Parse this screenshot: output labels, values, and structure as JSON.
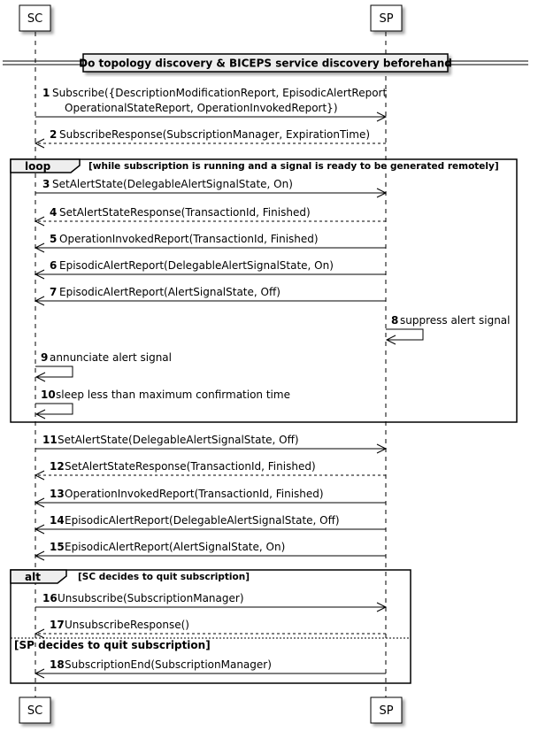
{
  "participants": [
    {
      "id": "sc",
      "label": "SC"
    },
    {
      "id": "sp",
      "label": "SP"
    }
  ],
  "divider": "Do topology discovery & BICEPS service discovery beforehand",
  "messages": [
    {
      "num": "1",
      "lines": [
        "Subscribe({DescriptionModificationReport, EpisodicAlertReport",
        "OperationalStateReport, OperationInvokedReport})"
      ],
      "from": "sc",
      "to": "sp",
      "dashed": false
    },
    {
      "num": "2",
      "lines": [
        "SubscribeResponse(SubscriptionManager, ExpirationTime)"
      ],
      "from": "sp",
      "to": "sc",
      "dashed": true
    },
    {
      "num": "3",
      "lines": [
        "SetAlertState(DelegableAlertSignalState, On)"
      ],
      "from": "sc",
      "to": "sp",
      "dashed": false
    },
    {
      "num": "4",
      "lines": [
        "SetAlertStateResponse(TransactionId, Finished)"
      ],
      "from": "sp",
      "to": "sc",
      "dashed": true
    },
    {
      "num": "5",
      "lines": [
        "OperationInvokedReport(TransactionId, Finished)"
      ],
      "from": "sp",
      "to": "sc",
      "dashed": false
    },
    {
      "num": "6",
      "lines": [
        "EpisodicAlertReport(DelegableAlertSignalState, On)"
      ],
      "from": "sp",
      "to": "sc",
      "dashed": false
    },
    {
      "num": "7",
      "lines": [
        "EpisodicAlertReport(AlertSignalState, Off)"
      ],
      "from": "sp",
      "to": "sc",
      "dashed": false
    },
    {
      "num": "8",
      "lines": [
        "suppress alert signal"
      ],
      "from": "sp",
      "to": "sp",
      "dashed": false
    },
    {
      "num": "9",
      "lines": [
        "annunciate alert signal"
      ],
      "from": "sc",
      "to": "sc",
      "dashed": false
    },
    {
      "num": "10",
      "lines": [
        "sleep less than maximum confirmation time"
      ],
      "from": "sc",
      "to": "sc",
      "dashed": false
    },
    {
      "num": "11",
      "lines": [
        "SetAlertState(DelegableAlertSignalState, Off)"
      ],
      "from": "sc",
      "to": "sp",
      "dashed": false
    },
    {
      "num": "12",
      "lines": [
        "SetAlertStateResponse(TransactionId, Finished)"
      ],
      "from": "sp",
      "to": "sc",
      "dashed": true
    },
    {
      "num": "13",
      "lines": [
        "OperationInvokedReport(TransactionId, Finished)"
      ],
      "from": "sp",
      "to": "sc",
      "dashed": false
    },
    {
      "num": "14",
      "lines": [
        "EpisodicAlertReport(DelegableAlertSignalState, Off)"
      ],
      "from": "sp",
      "to": "sc",
      "dashed": false
    },
    {
      "num": "15",
      "lines": [
        "EpisodicAlertReport(AlertSignalState, On)"
      ],
      "from": "sp",
      "to": "sc",
      "dashed": false
    },
    {
      "num": "16",
      "lines": [
        "Unsubscribe(SubscriptionManager)"
      ],
      "from": "sc",
      "to": "sp",
      "dashed": false
    },
    {
      "num": "17",
      "lines": [
        "UnsubscribeResponse()"
      ],
      "from": "sp",
      "to": "sc",
      "dashed": true
    },
    {
      "num": "18",
      "lines": [
        "SubscriptionEnd(SubscriptionManager)"
      ],
      "from": "sp",
      "to": "sc",
      "dashed": false
    }
  ],
  "loop": {
    "keyword": "loop",
    "guard": "[while subscription is running and a signal is ready to be generated remotely]"
  },
  "alt": {
    "keyword": "alt",
    "guard1": "[SC decides to quit subscription]",
    "guard2": "[SP decides to quit subscription]"
  }
}
